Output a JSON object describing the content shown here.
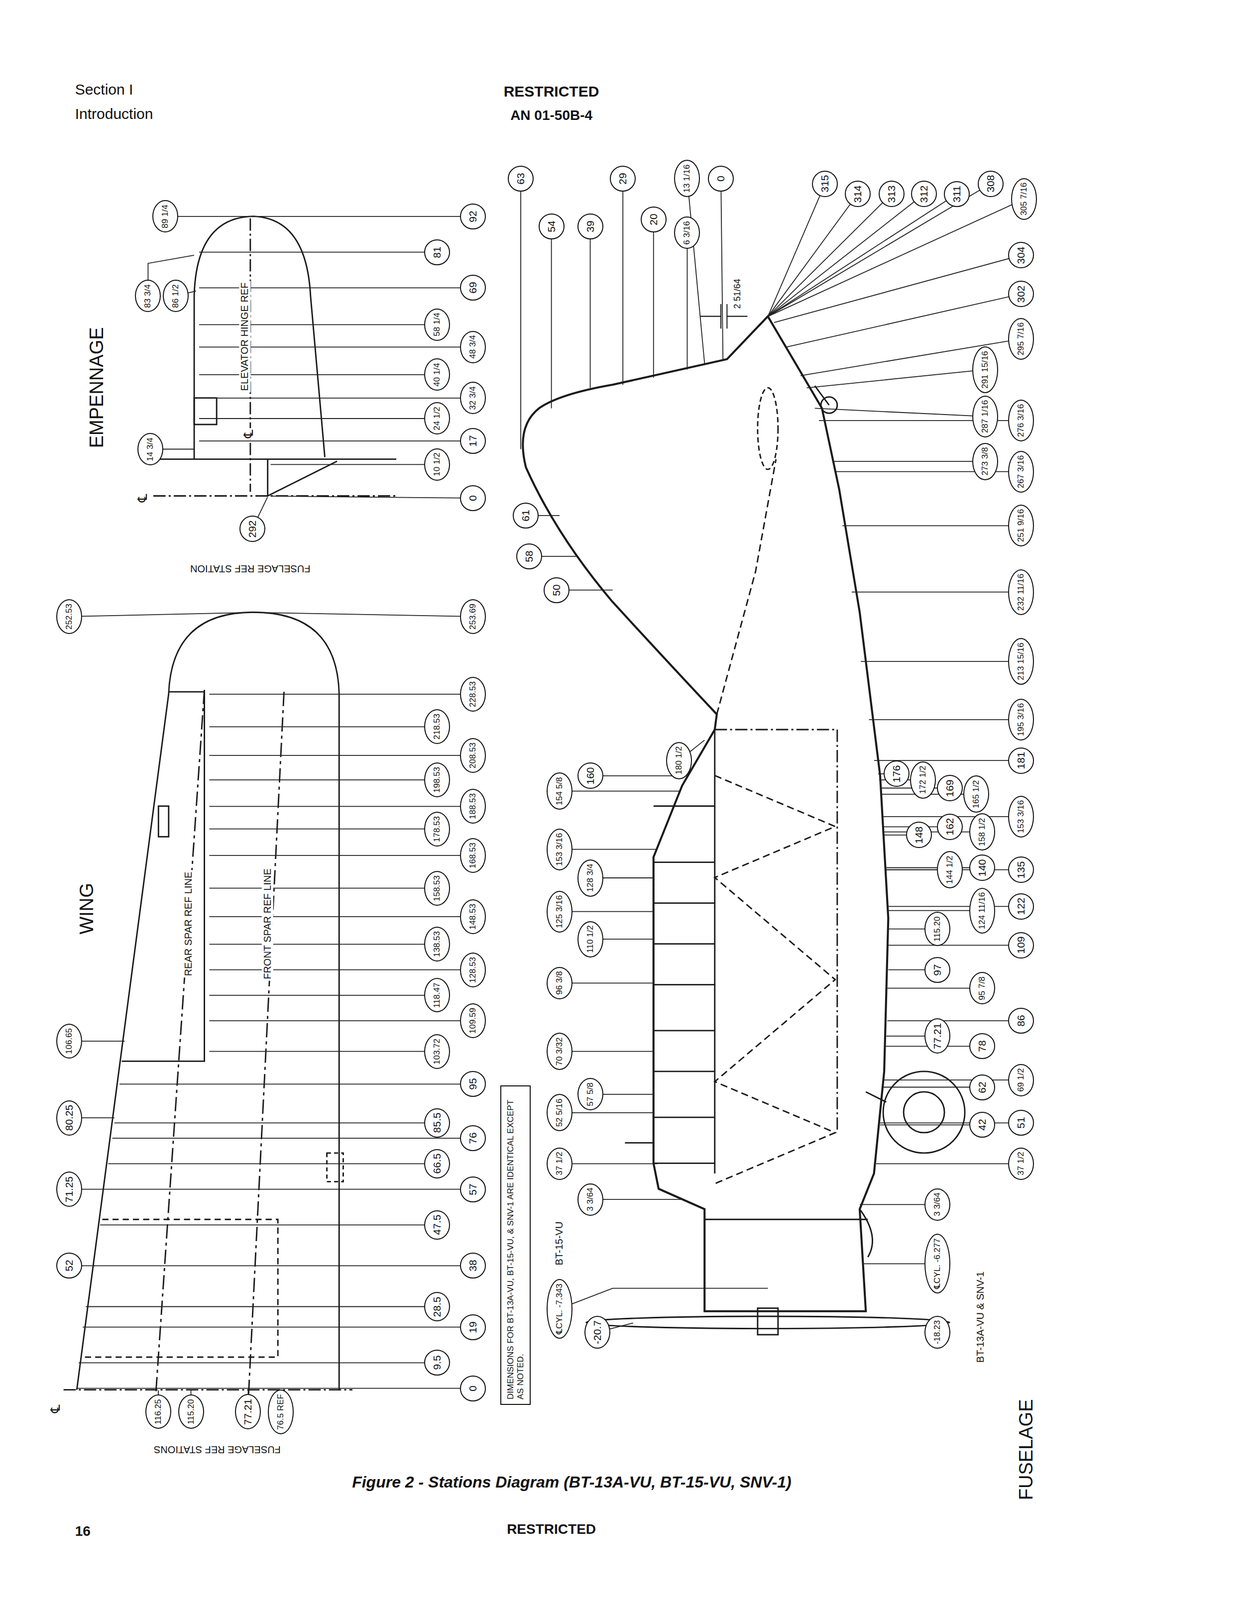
{
  "diagram": {
    "caption": "Figure 2 - Stations Diagram (BT-13A-VU, BT-15-VU, SNV-1)",
    "nodes": [
      {
        "text": [
          "89 1/4"
        ]
      },
      {
        "text": [
          "86 1/2"
        ]
      },
      {
        "text": [
          "83 3/4"
        ]
      },
      {
        "text": [
          "92"
        ]
      },
      {
        "text": [
          "81"
        ]
      },
      {
        "text": [
          "69"
        ]
      },
      {
        "text": [
          "58 1/4"
        ]
      },
      {
        "text": [
          "48 3/4"
        ]
      },
      {
        "text": [
          "40 1/4"
        ]
      },
      {
        "text": [
          "32 3/4"
        ]
      },
      {
        "text": [
          "24 1/2"
        ]
      },
      {
        "text": [
          "17"
        ]
      },
      {
        "text": [
          "10 1/2"
        ]
      },
      {
        "text": [
          "0"
        ]
      },
      {
        "text": [
          "14 3/4"
        ]
      },
      {
        "text": [
          "292"
        ]
      },
      {
        "text": [
          "252.53"
        ]
      },
      {
        "text": [
          "253.69"
        ]
      },
      {
        "text": [
          "228.53"
        ]
      },
      {
        "text": [
          "218.53"
        ]
      },
      {
        "text": [
          "208.53"
        ]
      },
      {
        "text": [
          "198.53"
        ]
      },
      {
        "text": [
          "188.53"
        ]
      },
      {
        "text": [
          "178.53"
        ]
      },
      {
        "text": [
          "168.53"
        ]
      },
      {
        "text": [
          "158.53"
        ]
      },
      {
        "text": [
          "148.53"
        ]
      },
      {
        "text": [
          "138.53"
        ]
      },
      {
        "text": [
          "128.53"
        ]
      },
      {
        "text": [
          "118.47"
        ]
      },
      {
        "text": [
          "109.59"
        ]
      },
      {
        "text": [
          "103.72"
        ]
      },
      {
        "text": [
          "95"
        ]
      },
      {
        "text": [
          "85.5"
        ]
      },
      {
        "text": [
          "76"
        ]
      },
      {
        "text": [
          "66.5"
        ]
      },
      {
        "text": [
          "57"
        ]
      },
      {
        "text": [
          "47.5"
        ]
      },
      {
        "text": [
          "38"
        ]
      },
      {
        "text": [
          "28.5"
        ]
      },
      {
        "text": [
          "19"
        ]
      },
      {
        "text": [
          "9.5"
        ]
      },
      {
        "text": [
          "0"
        ]
      },
      {
        "text": [
          "106.65"
        ]
      },
      {
        "text": [
          "80.25"
        ]
      },
      {
        "text": [
          "71.25"
        ]
      },
      {
        "text": [
          "52"
        ]
      },
      {
        "text": [
          "116.25"
        ]
      },
      {
        "text": [
          "115.20"
        ]
      },
      {
        "text": [
          "77.21"
        ]
      },
      {
        "text": [
          "76.5 REF"
        ]
      },
      {
        "text": [
          "DIMENSIONS FOR BT-13A-VU, BT-15-VU, & SNV-1 ARE IDENTICAL EXCEPT AS NOTED."
        ]
      },
      {
        "text": [
          "63"
        ]
      },
      {
        "text": [
          "54"
        ]
      },
      {
        "text": [
          "39"
        ]
      },
      {
        "text": [
          "29"
        ]
      },
      {
        "text": [
          "20"
        ]
      },
      {
        "text": [
          "13 1/16"
        ]
      },
      {
        "text": [
          "6 3/16"
        ]
      },
      {
        "text": [
          "0"
        ]
      },
      {
        "text": [
          "315"
        ]
      },
      {
        "text": [
          "314"
        ]
      },
      {
        "text": [
          "313"
        ]
      },
      {
        "text": [
          "312"
        ]
      },
      {
        "text": [
          "311"
        ]
      },
      {
        "text": [
          "308"
        ]
      },
      {
        "text": [
          "305 7/16"
        ]
      },
      {
        "text": [
          "304"
        ]
      },
      {
        "text": [
          "302"
        ]
      },
      {
        "text": [
          "295 7/16"
        ]
      },
      {
        "text": [
          "291 15/16"
        ]
      },
      {
        "text": [
          "287 1/16"
        ]
      },
      {
        "text": [
          "276 3/16"
        ]
      },
      {
        "text": [
          "273 3/8"
        ]
      },
      {
        "text": [
          "267 3/16"
        ]
      },
      {
        "text": [
          "251 9/16"
        ]
      },
      {
        "text": [
          "232 11/16"
        ]
      },
      {
        "text": [
          "213 15/16"
        ]
      },
      {
        "text": [
          "195 3/16"
        ]
      },
      {
        "text": [
          "181"
        ]
      },
      {
        "text": [
          "61"
        ]
      },
      {
        "text": [
          "58"
        ]
      },
      {
        "text": [
          "50"
        ]
      },
      {
        "text": [
          "180 1/2"
        ]
      },
      {
        "text": [
          "176"
        ]
      },
      {
        "text": [
          "172 1/2"
        ]
      },
      {
        "text": [
          "169"
        ]
      },
      {
        "text": [
          "165 1/2"
        ]
      },
      {
        "text": [
          "162"
        ]
      },
      {
        "text": [
          "158 1/2"
        ]
      },
      {
        "text": [
          "153 3/16"
        ]
      },
      {
        "text": [
          "148"
        ]
      },
      {
        "text": [
          "144 1/2"
        ]
      },
      {
        "text": [
          "140"
        ]
      },
      {
        "text": [
          "135"
        ]
      },
      {
        "text": [
          "124 11/16"
        ]
      },
      {
        "text": [
          "122"
        ]
      },
      {
        "text": [
          "115.20"
        ]
      },
      {
        "text": [
          "109"
        ]
      },
      {
        "text": [
          "97"
        ]
      },
      {
        "text": [
          "95 7/8"
        ]
      },
      {
        "text": [
          "86"
        ]
      },
      {
        "text": [
          "77.21"
        ]
      },
      {
        "text": [
          "78"
        ]
      },
      {
        "text": [
          "69 1/2"
        ]
      },
      {
        "text": [
          "62"
        ]
      },
      {
        "text": [
          "51"
        ]
      },
      {
        "text": [
          "42"
        ]
      },
      {
        "text": [
          "37 1/2"
        ]
      },
      {
        "text": [
          "160"
        ]
      },
      {
        "text": [
          "154 5/8"
        ]
      },
      {
        "text": [
          "153 3/16"
        ]
      },
      {
        "text": [
          "128 3/4"
        ]
      },
      {
        "text": [
          "125 3/16"
        ]
      },
      {
        "text": [
          "110 1/2"
        ]
      },
      {
        "text": [
          "96 3/8"
        ]
      },
      {
        "text": [
          "70 3/32"
        ]
      },
      {
        "text": [
          "57 5/8"
        ]
      },
      {
        "text": [
          "52 5/16"
        ]
      },
      {
        "text": [
          "37 1/2"
        ]
      },
      {
        "text": [
          "3 3/64"
        ]
      },
      {
        "text": [
          "℄CYL. -7.343"
        ]
      },
      {
        "text": [
          "-20.7"
        ]
      },
      {
        "text": [
          "3 3/64"
        ]
      },
      {
        "text": [
          "℄CYL. -6.277"
        ]
      },
      {
        "text": [
          "-18.23"
        ]
      }
    ],
    "labels": [
      "Section I",
      "Introduction",
      "RESTRICTED",
      "AN 01-50B-4",
      "EMPENNAGE",
      "ELEVATOR HINGE REF",
      "℄",
      "℄",
      "FUSELAGE REF STATION",
      "WING",
      "REAR SPAR REF LINE",
      "FRONT SPAR REF LINE",
      "℄",
      "FUSELAGE REF STATIONS",
      "2 51/64",
      "BT-15-VU",
      "BT-13A-VU & SNV-1",
      "FUSELAGE",
      "16",
      "RESTRICTED"
    ]
  }
}
